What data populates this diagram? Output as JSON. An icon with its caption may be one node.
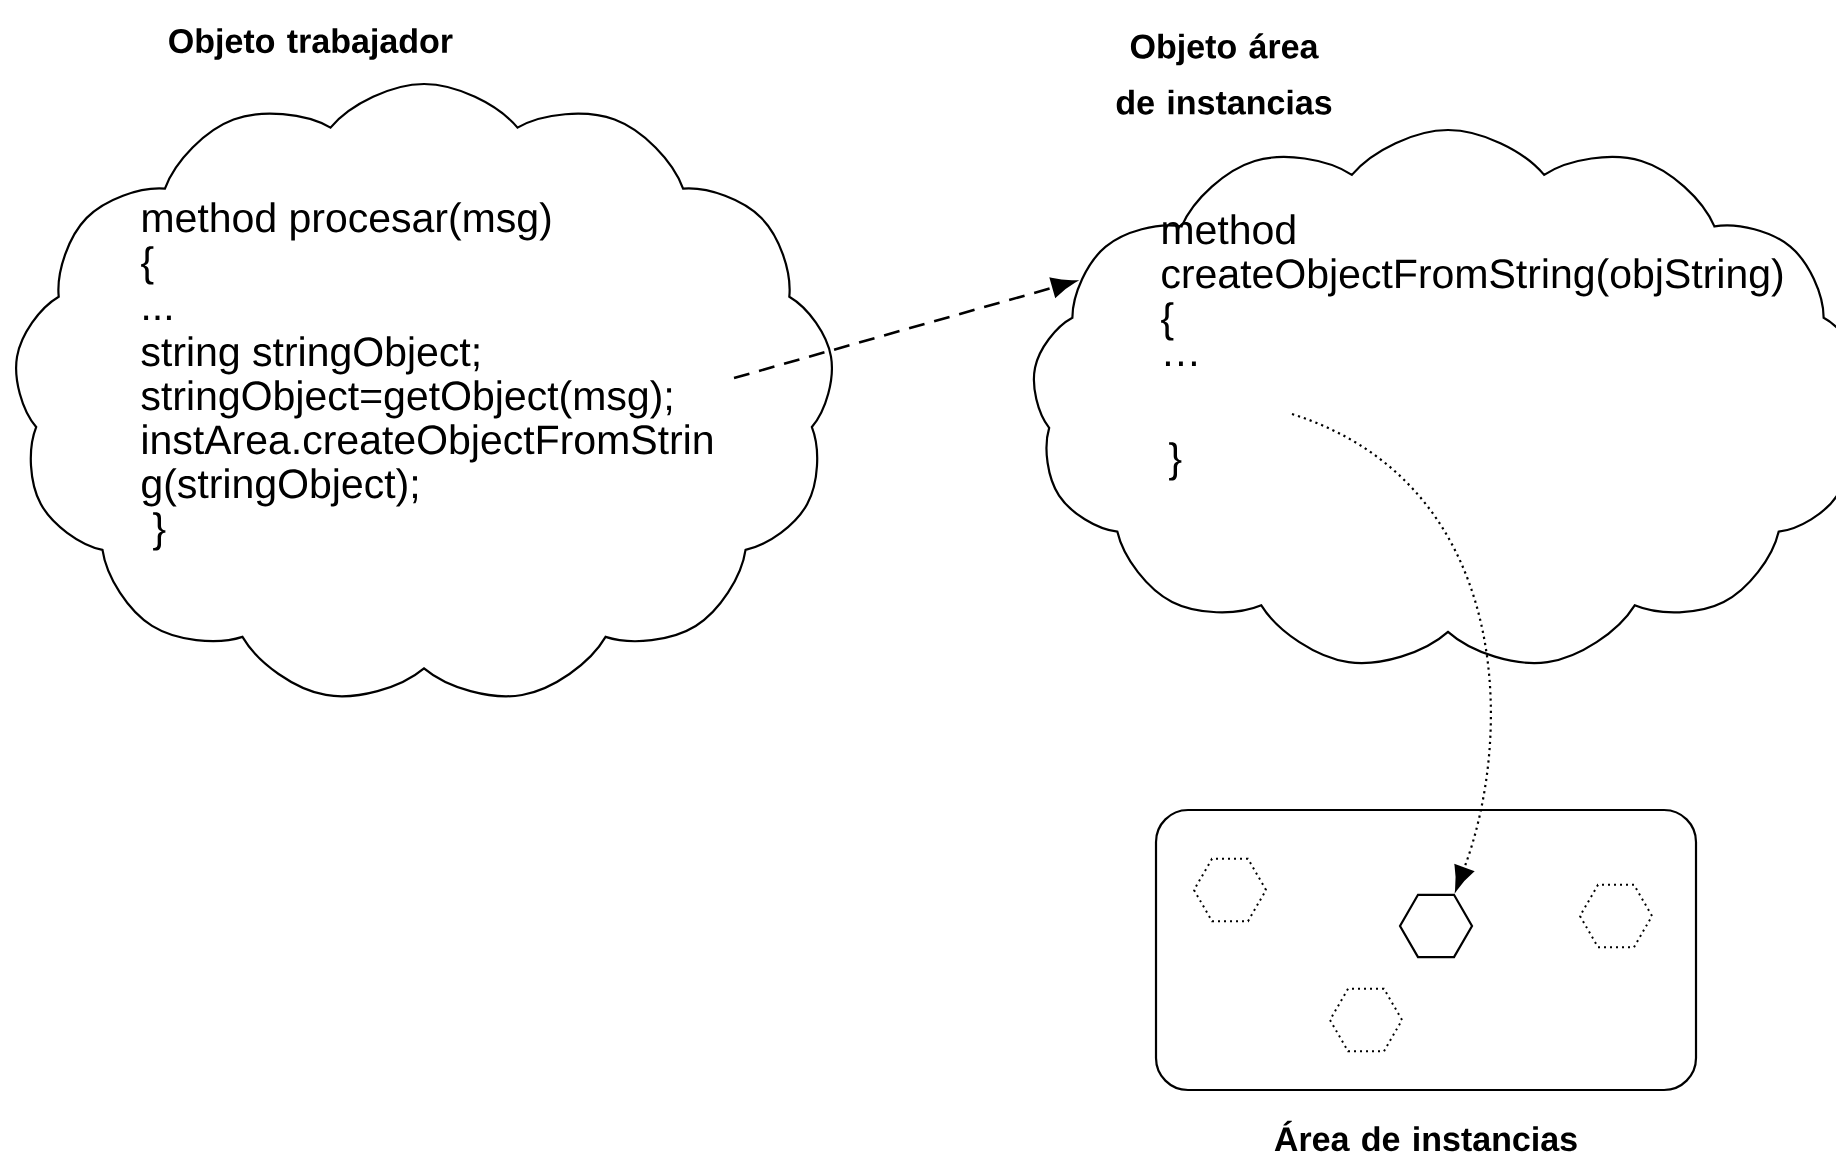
{
  "diagram": {
    "nodes": [
      {
        "text": [
          "Objeto trabajador",
          "method procesar(msg)",
          "{",
          "...",
          "string stringObject;",
          "stringObject=getObject(msg);",
          "instArea.createObjectFromStrin",
          "g(stringObject);",
          "}"
        ]
      },
      {
        "text": [
          "Objeto área de instancias",
          "method",
          "createObjectFromString(objString)",
          "{",
          "…",
          "}"
        ]
      },
      {
        "text": [
          "Área de instancias"
        ]
      },
      {
        "text": [],
        "shape": "hexagon",
        "in": 2
      },
      {
        "text": [],
        "shape": "hexagon",
        "in": 2
      },
      {
        "text": [],
        "shape": "hexagon",
        "in": 2
      },
      {
        "text": [],
        "shape": "hexagon",
        "in": 2
      }
    ],
    "edges": [
      {
        "from": 0,
        "to": 1,
        "arrow": "to",
        "style": "dashed"
      },
      {
        "from": 1,
        "to": 5,
        "arrow": "to"
      }
    ]
  }
}
